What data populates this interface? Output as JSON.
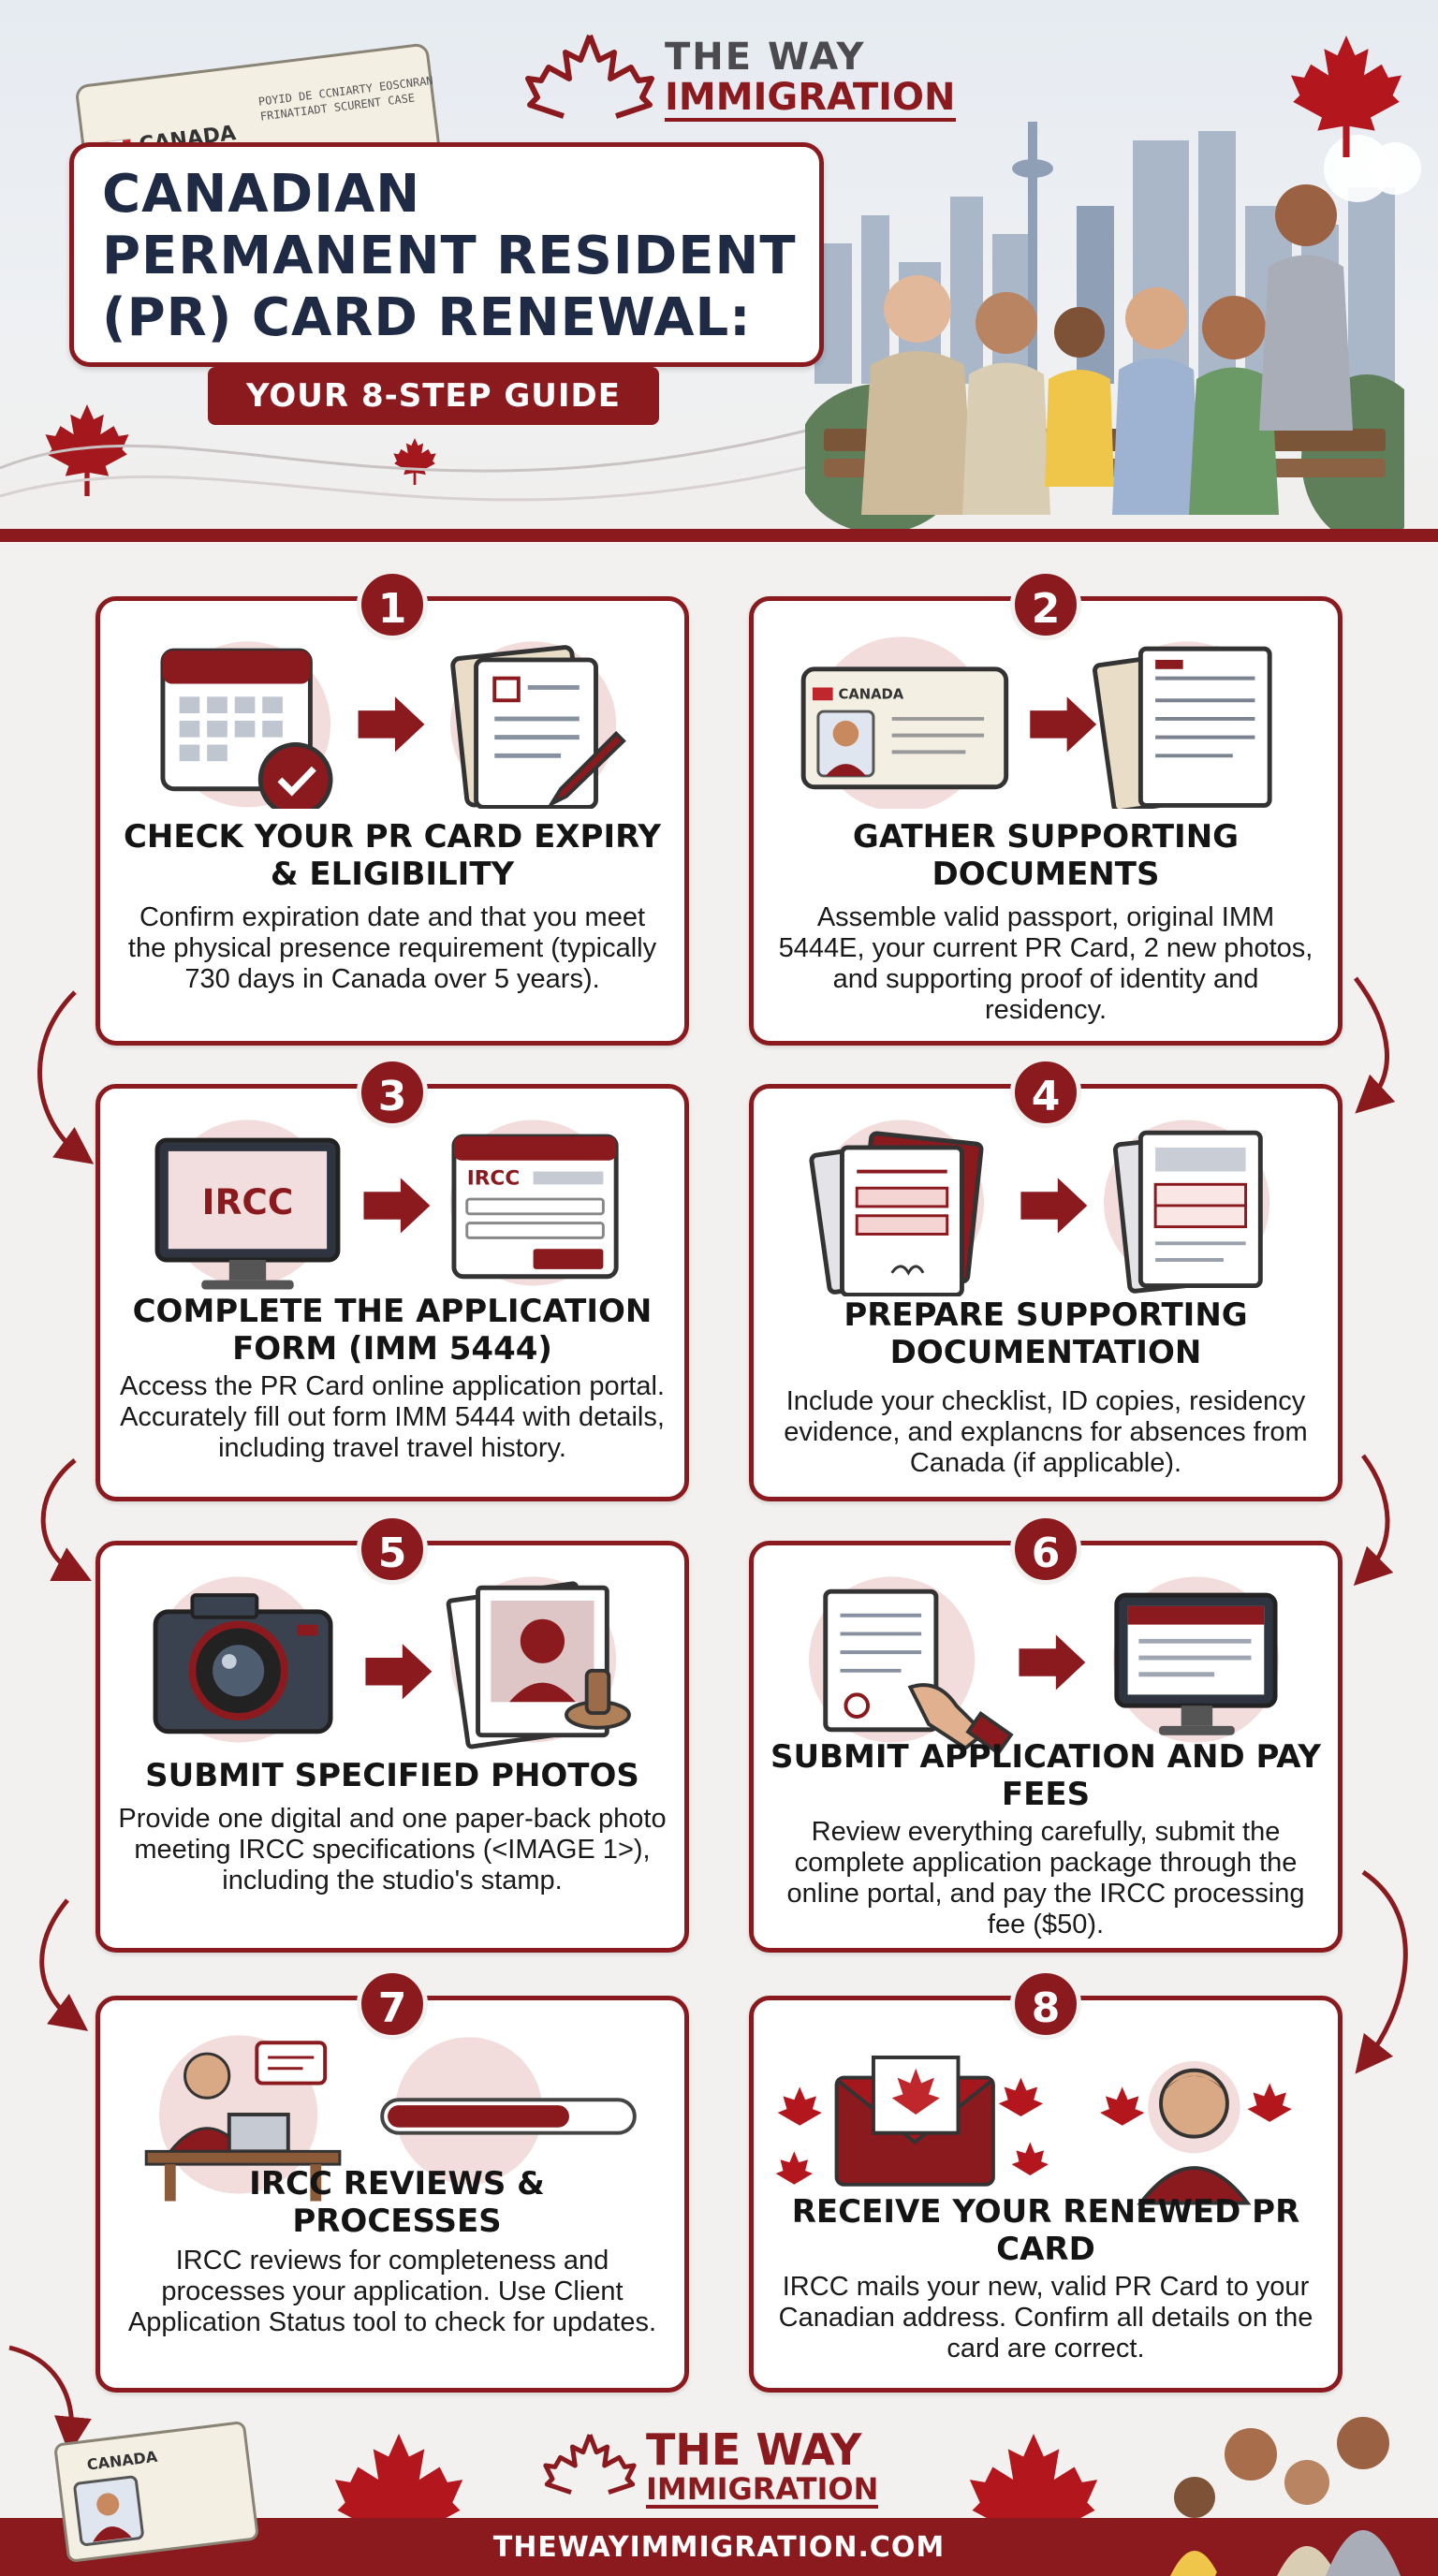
{
  "brand": {
    "line1": "THE WAY",
    "line2": "IMMIGRATION"
  },
  "header": {
    "card_country": "CANADA",
    "card_fine_print": "POYID DE CCNIARTY EOSCNRAN\nFRINATIADT SCURENT CASE",
    "title": "CANADIAN PERMANENT RESIDENT (PR) CARD RENEWAL:",
    "subtitle": "YOUR 8-STEP GUIDE"
  },
  "steps": [
    {
      "num": "1",
      "title": "CHECK YOUR PR CARD EXPIRY & ELIGIBILITY",
      "body": "Confirm expiration date and that you meet the physical presence requirement (typically 730 days in Canada over 5 years)."
    },
    {
      "num": "2",
      "title": "GATHER SUPPORTING DOCUMENTS",
      "body": "Assemble valid passport, original IMM 5444E, your current PR Card, 2 new photos, and supporting proof of identity and residency.",
      "card_country": "CANADA"
    },
    {
      "num": "3",
      "title": "COMPLETE THE APPLICATION FORM (IMM 5444)",
      "body": "Access the PR Card online application portal. Accurately fill out form IMM 5444 with details, including travel travel history.",
      "monitor_label": "IRCC",
      "window_label": "IRCC"
    },
    {
      "num": "4",
      "title": "PREPARE SUPPORTING DOCUMENTATION",
      "body": "Include your checklist, ID copies, residency evidence, and explancns for absences from Canada (if applicable)."
    },
    {
      "num": "5",
      "title": "SUBMIT SPECIFIED PHOTOS",
      "body": "Provide one digital and one paper-back photo meeting IRCC specifications (<IMAGE 1>), including the studio's stamp."
    },
    {
      "num": "6",
      "title": "SUBMIT APPLICATION AND PAY FEES",
      "body": "Review everything carefully, submit the complete application package through the online portal, and pay the IRCC processing fee ($50)."
    },
    {
      "num": "7",
      "title": "IRCC REVIEWS & PROCESSES",
      "body": "IRCC reviews for completeness and processes your application. Use Client Application Status tool to check for updates.",
      "progress": 0.75
    },
    {
      "num": "8",
      "title": "RECEIVE YOUR RENEWED PR CARD",
      "body": "IRCC mails your new, valid PR Card to your Canadian address. Confirm all details on the card are correct."
    }
  ],
  "footer": {
    "card_country": "CANADA",
    "website": "THEWAYIMMIGRATION.COM"
  },
  "colors": {
    "maroon": "#8b1a1f",
    "navy": "#1f2a44",
    "background": "#f2f1ef"
  }
}
